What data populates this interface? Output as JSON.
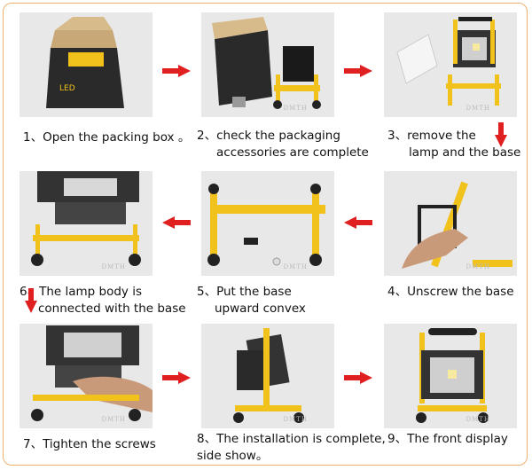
{
  "watermark": "DMTH",
  "steps": [
    {
      "num": "1",
      "lines": [
        "Open the packing box 。"
      ]
    },
    {
      "num": "2",
      "lines": [
        "check the packaging",
        "accessories are complete"
      ]
    },
    {
      "num": "3",
      "lines": [
        "remove the",
        "lamp and the base"
      ]
    },
    {
      "num": "4",
      "lines": [
        "Unscrew the base"
      ]
    },
    {
      "num": "5",
      "lines": [
        "Put the base",
        "upward convex"
      ]
    },
    {
      "num": "6",
      "lines": [
        "The lamp body is",
        "connected with the base"
      ]
    },
    {
      "num": "7",
      "lines": [
        "Tighten the screws"
      ]
    },
    {
      "num": "8",
      "lines": [
        "The installation is complete,",
        "side show。"
      ]
    },
    {
      "num": "9",
      "lines": [
        "The front display"
      ]
    }
  ],
  "box_label": "LED",
  "colors": {
    "arrow": "#e02020",
    "stand": "#f2c21c",
    "border": "#f0b070"
  }
}
